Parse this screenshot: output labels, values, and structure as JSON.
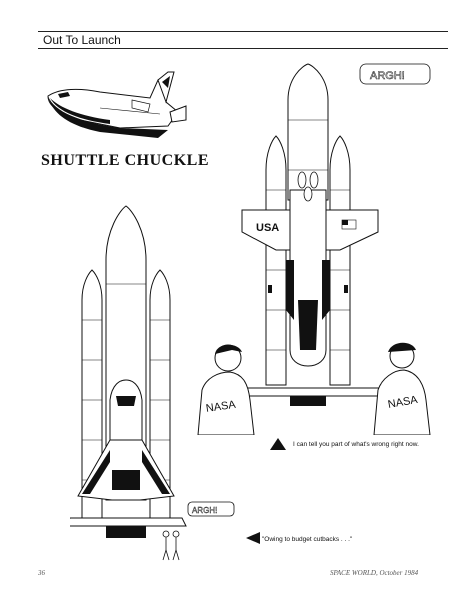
{
  "header": {
    "section_title": "Out To Launch"
  },
  "comic": {
    "title": "SHUTTLE CHUCKLE",
    "signature": "ARGH!",
    "shuttle_markings": {
      "usa": "USA",
      "agency": "NASA"
    },
    "captions": [
      "I can tell you part of what's wrong right now.",
      "\"Owing to budget cutbacks . . .\""
    ]
  },
  "footer": {
    "page_number": "36",
    "publication": "SPACE WORLD, October 1984"
  }
}
